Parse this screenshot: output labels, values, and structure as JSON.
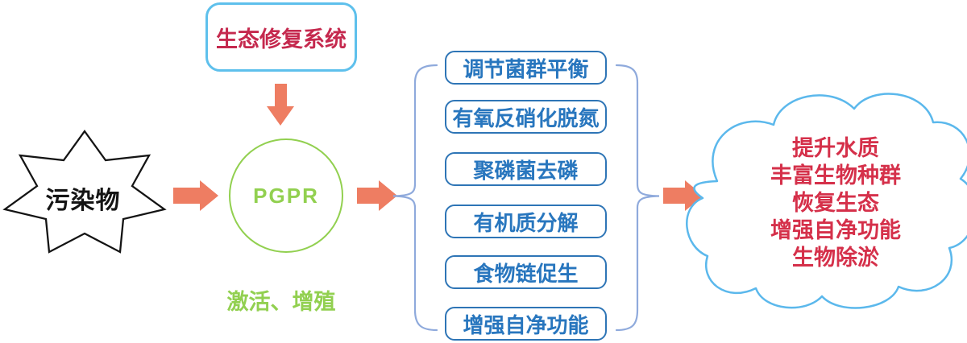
{
  "diagram": {
    "source": {
      "label": "污染物"
    },
    "system_box": {
      "label": "生态修复系统"
    },
    "pgpr": {
      "label": "PGPR",
      "caption": "激活、增殖"
    },
    "functions": [
      "调节菌群平衡",
      "有氧反硝化脱氮",
      "聚磷菌去磷",
      "有机质分解",
      "食物链促生",
      "增强自净功能"
    ],
    "outcomes": [
      "提升水质",
      "丰富生物种群",
      "恢复生态",
      "增强自净功能",
      "生物除淤"
    ],
    "colors": {
      "arrow": "#EE7D62",
      "green": "#92D050",
      "box_blue": "#2E75B6",
      "brace_blue": "#8FAADC",
      "light_blue_border": "#5EC0EC",
      "cloud_border": "#5BB8EC",
      "system_red": "#C5294E",
      "outcome_red": "#D5304A",
      "star_black": "#141414"
    }
  }
}
